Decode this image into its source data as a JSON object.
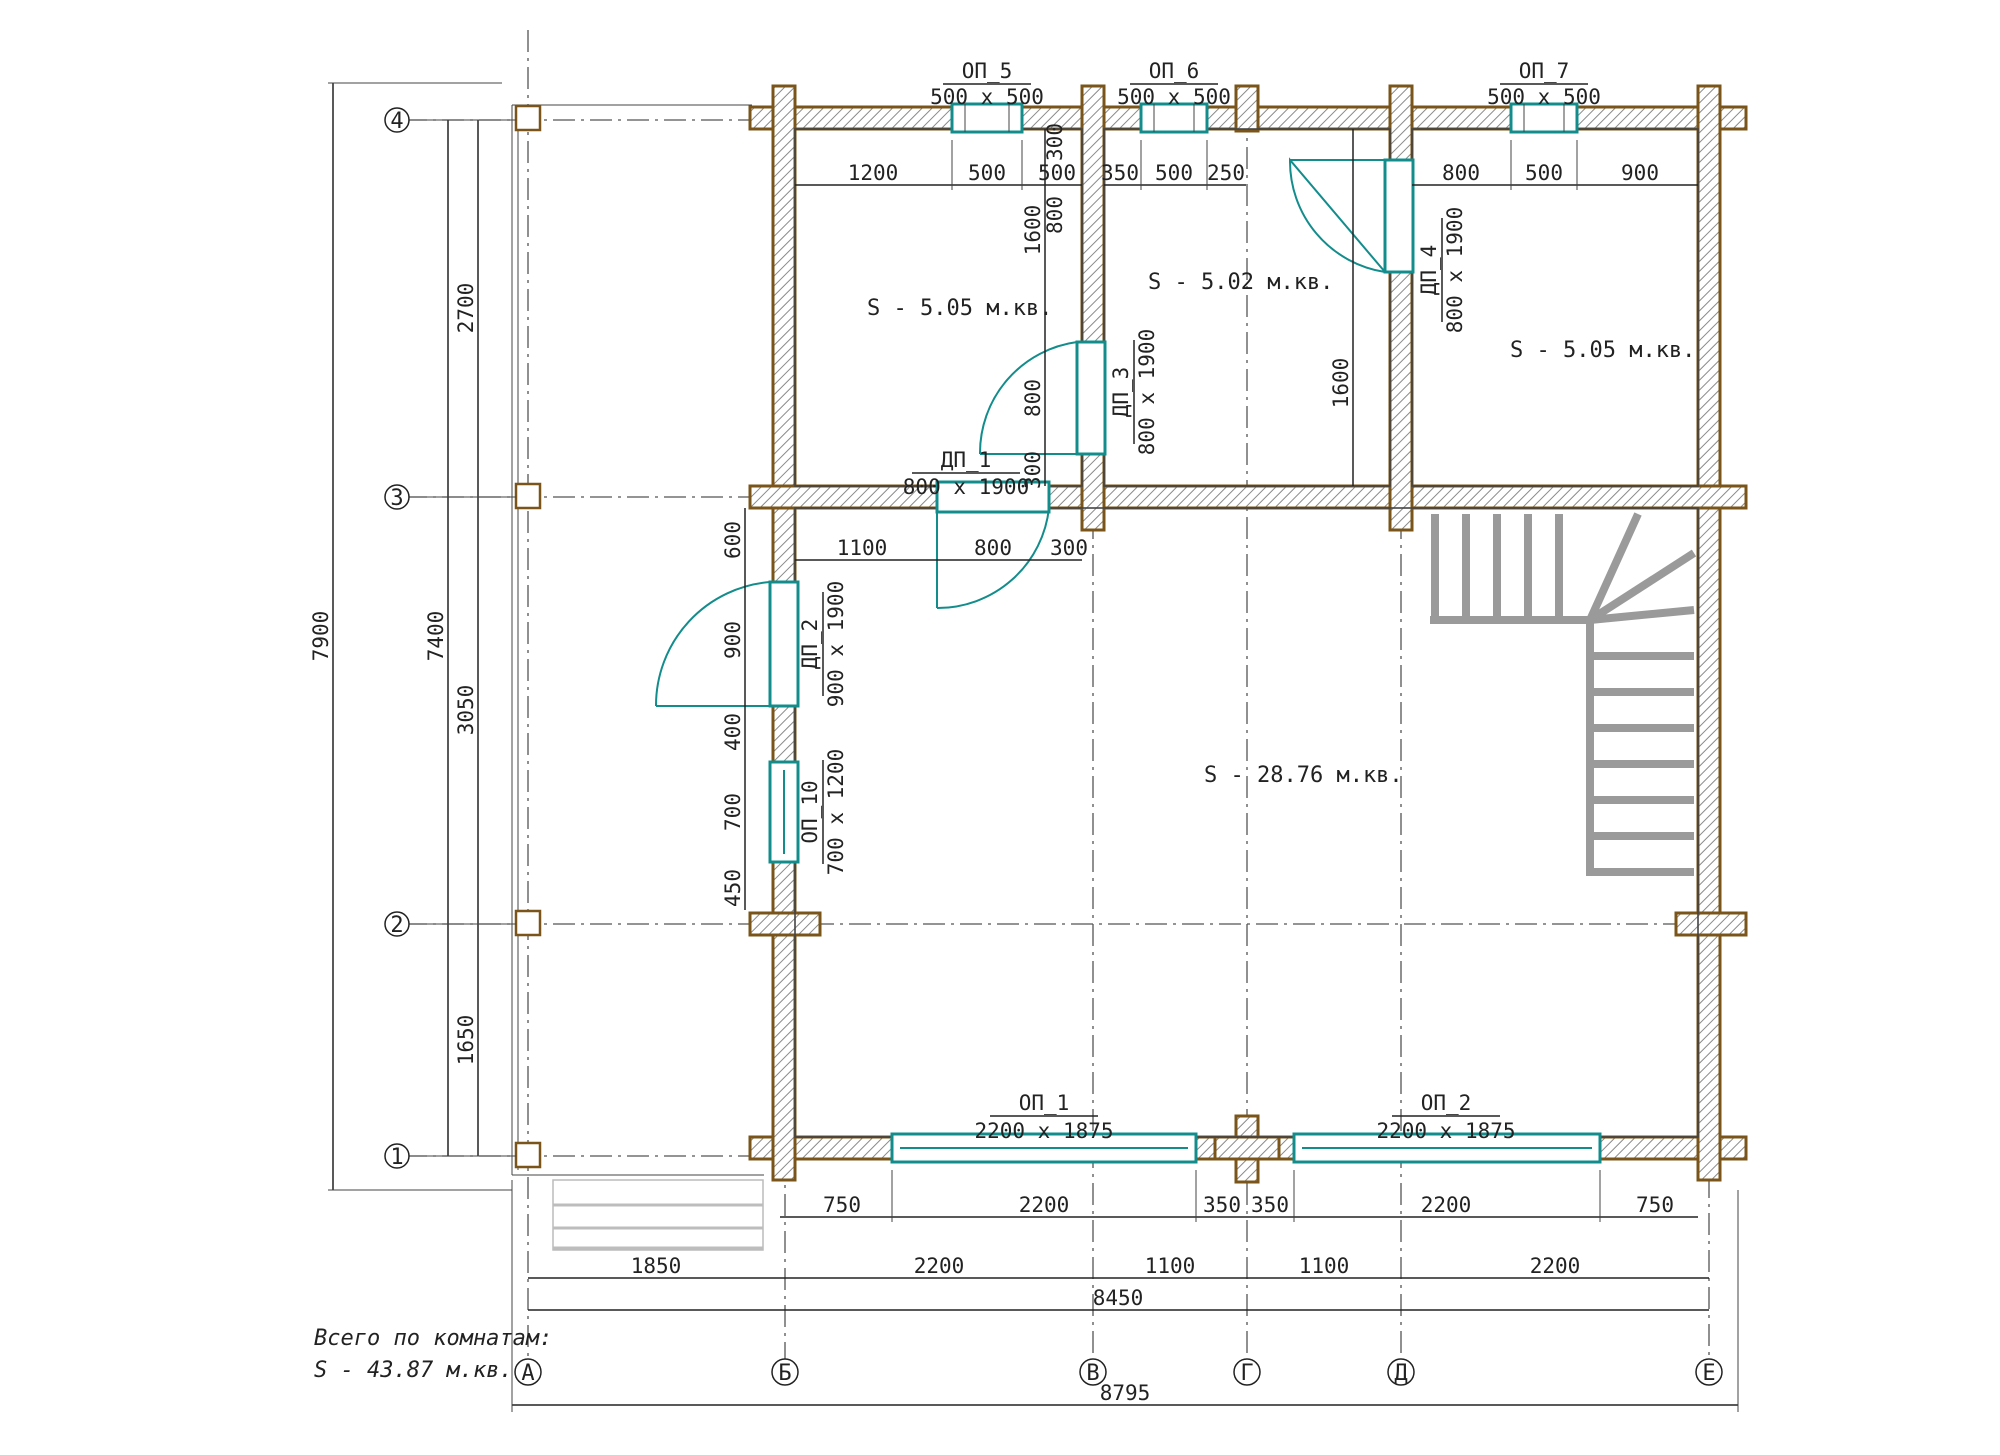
{
  "axes_horizontal": [
    {
      "label": "4"
    },
    {
      "label": "3"
    },
    {
      "label": "2"
    },
    {
      "label": "1"
    }
  ],
  "axes_vertical": [
    {
      "label": "А"
    },
    {
      "label": "Б"
    },
    {
      "label": "В"
    },
    {
      "label": "Г"
    },
    {
      "label": "Д"
    },
    {
      "label": "Е"
    }
  ],
  "rooms": [
    {
      "label": "S    - 5.05 м.кв."
    },
    {
      "label": "S    - 5.02 м.кв."
    },
    {
      "label": "S    - 5.05 м.кв."
    },
    {
      "label": "S    - 28.76 м.кв."
    }
  ],
  "openings": [
    {
      "mark": "ОП_5",
      "size": "500 x 500"
    },
    {
      "mark": "ОП_6",
      "size": "500 x 500"
    },
    {
      "mark": "ОП_7",
      "size": "500 x 500"
    },
    {
      "mark": "ДП_4",
      "size": "800 x 1900"
    },
    {
      "mark": "ДП_3",
      "size": "800 x 1900"
    },
    {
      "mark": "ДП_1",
      "size": "800 x 1900"
    },
    {
      "mark": "ДП_2",
      "size": "900 x 1900"
    },
    {
      "mark": "ОП_10",
      "size": "700 x 1200"
    },
    {
      "mark": "ОП_1",
      "size": "2200 x 1875"
    },
    {
      "mark": "ОП_2",
      "size": "2200 x 1875"
    }
  ],
  "dims_top": [
    "1200",
    "500",
    "500",
    "350",
    "500",
    "250",
    "800",
    "500",
    "900"
  ],
  "dims_inner": [
    "300",
    "800",
    "1600",
    "1600",
    "800",
    "300",
    "1100",
    "800",
    "300",
    "600",
    "900",
    "400",
    "700",
    "450"
  ],
  "dims_bottom_windows": [
    "750",
    "2200",
    "350",
    "350",
    "2200",
    "750"
  ],
  "dims_bottom_axes": [
    "1850",
    "2200",
    "1100",
    "1100",
    "2200"
  ],
  "dims_left": [
    "2700",
    "3050",
    "1650",
    "7400",
    "7900"
  ],
  "total_inner": "8450",
  "total_outer": "8795",
  "summary": {
    "line1": "Всего по комнатам:",
    "line2": "S    - 43.87 м.кв."
  }
}
